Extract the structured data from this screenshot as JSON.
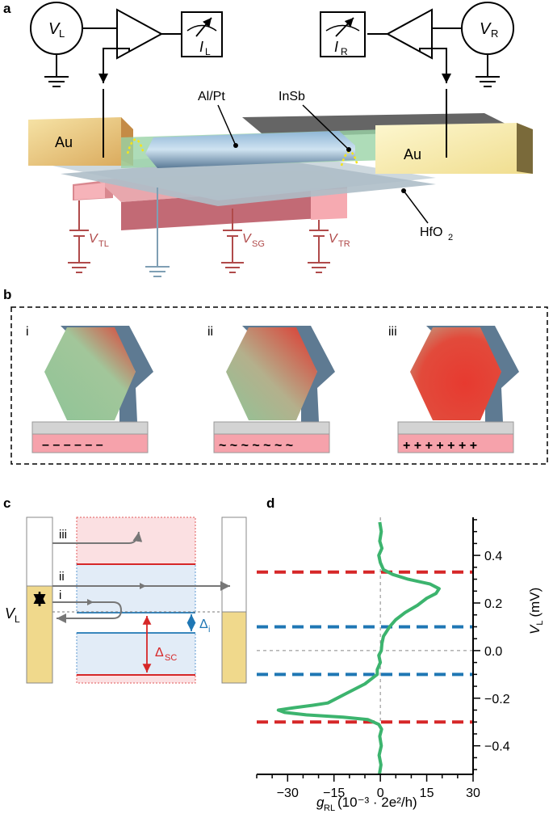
{
  "panels": {
    "a": {
      "letter": "a",
      "VL": "V",
      "VL_sub": "L",
      "VR": "V",
      "VR_sub": "R",
      "IL": "I",
      "IL_sub": "L",
      "IR": "I",
      "IR_sub": "R",
      "au_left": "Au",
      "au_right": "Au",
      "al_pt": "Al/Pt",
      "insb": "InSb",
      "hfo2": "HfO",
      "hfo2_sub": "2",
      "vtl": "V",
      "vtl_sub": "TL",
      "vsg": "V",
      "vsg_sub": "SG",
      "vtr": "V",
      "vtr_sub": "TR"
    },
    "b": {
      "letter": "b",
      "cases": [
        {
          "label": "i",
          "charges": "– – – – – –"
        },
        {
          "label": "ii",
          "charges": "~ ~ ~ ~ ~ ~ ~"
        },
        {
          "label": "iii",
          "charges": "+ + + + + + +"
        }
      ]
    },
    "c": {
      "letter": "c",
      "path_iii": "iii",
      "path_ii": "ii",
      "path_i": "i",
      "vl": "V",
      "vl_sub": "L",
      "delta_i": "Δ",
      "delta_i_sub": "i",
      "delta_sc": "Δ",
      "delta_sc_sub": "SC"
    },
    "d": {
      "letter": "d"
    }
  },
  "colors": {
    "red": "#d62728",
    "blue": "#1f77b4",
    "green": "#3cb46e",
    "gate": "#f4a0a8",
    "gold": "#f0d98c"
  },
  "chart_data": {
    "type": "line",
    "title": "",
    "xlabel": "g",
    "xlabel_sub": "RL",
    "xlabel_units": "(10⁻³ · 2e²/h)",
    "ylabel": "V",
    "ylabel_sub": "L",
    "ylabel_units": "(mV)",
    "xlim": [
      -40,
      30
    ],
    "ylim": [
      -0.52,
      0.56
    ],
    "xticks": [
      -30,
      -15,
      0,
      15,
      30
    ],
    "xtick_labels": [
      "−30",
      "−15",
      "0",
      "15",
      "30"
    ],
    "yticks": [
      -0.4,
      -0.2,
      0.0,
      0.2,
      0.4
    ],
    "ytick_labels": [
      "−0.4",
      "−0.2",
      "0.0",
      "0.2",
      "0.4"
    ],
    "hlines": [
      {
        "y": 0.33,
        "color": "red"
      },
      {
        "y": 0.1,
        "color": "blue"
      },
      {
        "y": -0.1,
        "color": "blue"
      },
      {
        "y": -0.3,
        "color": "red"
      }
    ],
    "series": [
      {
        "color": "green",
        "points": [
          [
            -0.52,
            -0.3
          ],
          [
            -0.48,
            0.2
          ],
          [
            -0.44,
            -0.4
          ],
          [
            -0.4,
            0.3
          ],
          [
            -0.36,
            -0.2
          ],
          [
            -0.33,
            0.4
          ],
          [
            -0.31,
            -0.5
          ],
          [
            -0.29,
            -4
          ],
          [
            -0.28,
            -12
          ],
          [
            -0.27,
            -24
          ],
          [
            -0.26,
            -31
          ],
          [
            -0.25,
            -33
          ],
          [
            -0.24,
            -28
          ],
          [
            -0.23,
            -22
          ],
          [
            -0.22,
            -17
          ],
          [
            -0.2,
            -14
          ],
          [
            -0.18,
            -11
          ],
          [
            -0.16,
            -8
          ],
          [
            -0.14,
            -5
          ],
          [
            -0.12,
            -3
          ],
          [
            -0.1,
            -1
          ],
          [
            -0.08,
            -1
          ],
          [
            -0.05,
            0
          ],
          [
            -0.02,
            -0.5
          ],
          [
            0.0,
            0.3
          ],
          [
            0.03,
            0.5
          ],
          [
            0.06,
            1
          ],
          [
            0.08,
            2
          ],
          [
            0.1,
            3
          ],
          [
            0.13,
            5
          ],
          [
            0.16,
            8
          ],
          [
            0.19,
            12
          ],
          [
            0.22,
            15
          ],
          [
            0.24,
            18
          ],
          [
            0.26,
            19
          ],
          [
            0.28,
            16
          ],
          [
            0.3,
            9
          ],
          [
            0.32,
            4
          ],
          [
            0.34,
            1
          ],
          [
            0.37,
            0
          ],
          [
            0.4,
            -0.5
          ],
          [
            0.43,
            0.5
          ],
          [
            0.46,
            -0.2
          ],
          [
            0.5,
            0.3
          ],
          [
            0.54,
            -0.2
          ]
        ]
      }
    ]
  }
}
